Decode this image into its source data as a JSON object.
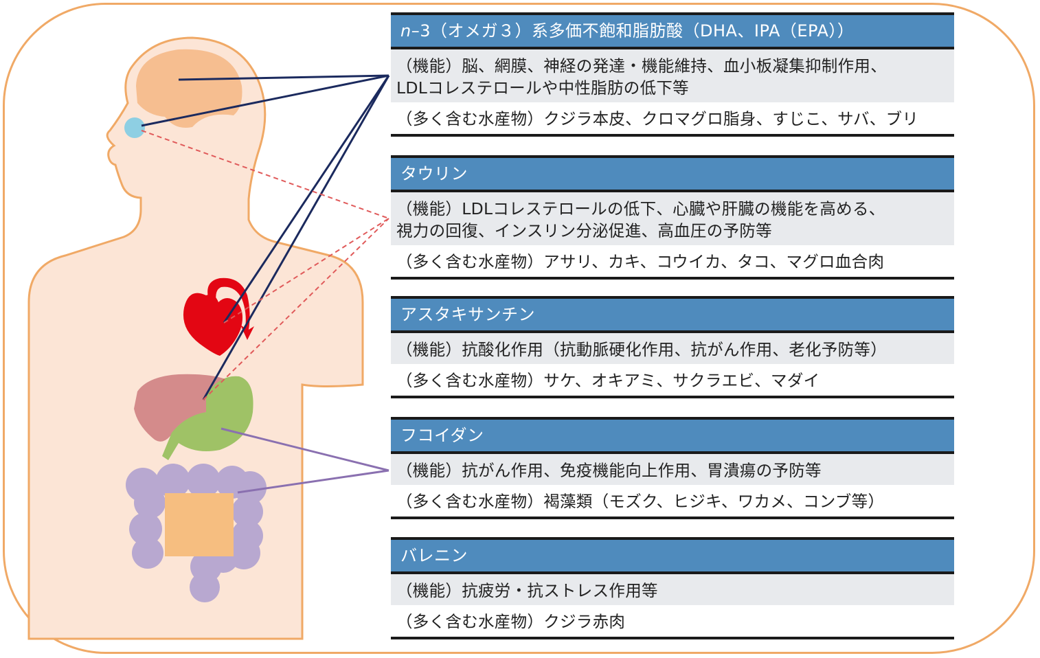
{
  "panels": [
    {
      "title_prefix": "n",
      "title": "–3（オメガ３）系多価不飽和脂肪酸（DHA、IPA（EPA））",
      "function_text": "（機能）脳、網膜、神経の発達・機能維持、血小板凝集抑制作用、\nLDLコレステロールや中性脂肪の低下等",
      "source_text": "（多く含む水産物）クジラ本皮、クロマグロ脂身、すじこ、サバ、ブリ"
    },
    {
      "title": "タウリン",
      "function_text": "（機能）LDLコレステロールの低下、心臓や肝臓の機能を高める、\n視力の回復、インスリン分泌促進、高血圧の予防等",
      "source_text": "（多く含む水産物）アサリ、カキ、コウイカ、タコ、マグロ血合肉"
    },
    {
      "title": "アスタキサンチン",
      "function_text": "（機能）抗酸化作用（抗動脈硬化作用、抗がん作用、老化予防等）",
      "source_text": "（多く含む水産物）サケ、オキアミ、サクラエビ、マダイ"
    },
    {
      "title": "フコイダン",
      "function_text": "（機能）抗がん作用、免疫機能向上作用、胃潰瘍の予防等",
      "source_text": "（多く含む水産物）褐藻類（モズク、ヒジキ、ワカメ、コンブ等）"
    },
    {
      "title": "バレニン",
      "function_text": "（機能）抗疲労・抗ストレス作用等",
      "source_text": "（多く含む水産物）クジラ赤肉"
    }
  ],
  "colors": {
    "frame": "#f0a966",
    "body_fill": "#fce5d6",
    "body_outline": "#f0a966",
    "brain": "#f6be90",
    "eye": "#8ecfe3",
    "heart": "#e30613",
    "liver": "#d48b8b",
    "stomach": "#9fc266",
    "intestine": "#b8a8d0",
    "intestine_inner": "#f6be80",
    "header_bg": "#4f8bbd",
    "func_bg": "#e8eaed",
    "line_navy": "#1b2a5e",
    "line_red_dashed": "#e05a5a",
    "line_purple": "#8a70b0"
  },
  "organs": [
    "brain",
    "eye",
    "heart",
    "liver",
    "stomach",
    "intestine"
  ]
}
